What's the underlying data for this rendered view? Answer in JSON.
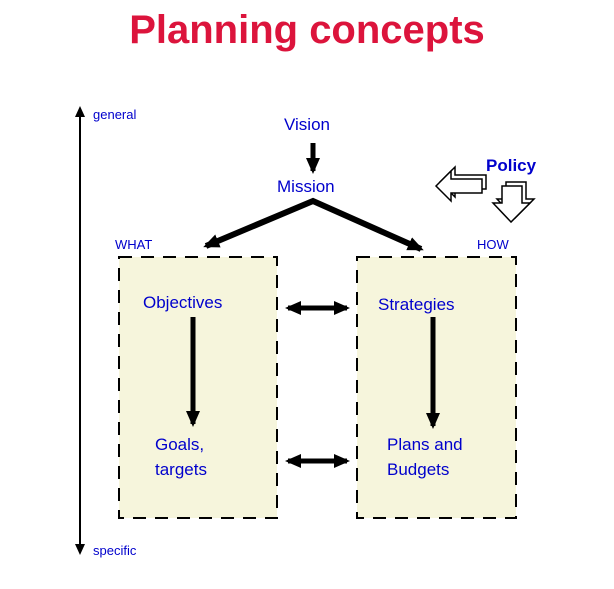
{
  "title": "Planning concepts",
  "colors": {
    "title_red": "#DC143C",
    "label_blue": "#0000CC",
    "box_fill": "#F6F5DC",
    "line_black": "#000000"
  },
  "axis": {
    "top_label": "general",
    "bottom_label": "specific"
  },
  "columns": {
    "left_header": "WHAT",
    "right_header": "HOW"
  },
  "nodes": {
    "vision": "Vision",
    "mission": "Mission",
    "policy": "Policy",
    "objectives": "Objectives",
    "goals_targets": "Goals,\ntargets",
    "strategies": "Strategies",
    "plans_budgets": "Plans and\nBudgets"
  },
  "icons": {
    "policy_left_arrow": "left-block-arrow-icon",
    "policy_down_arrow": "down-block-arrow-icon"
  }
}
